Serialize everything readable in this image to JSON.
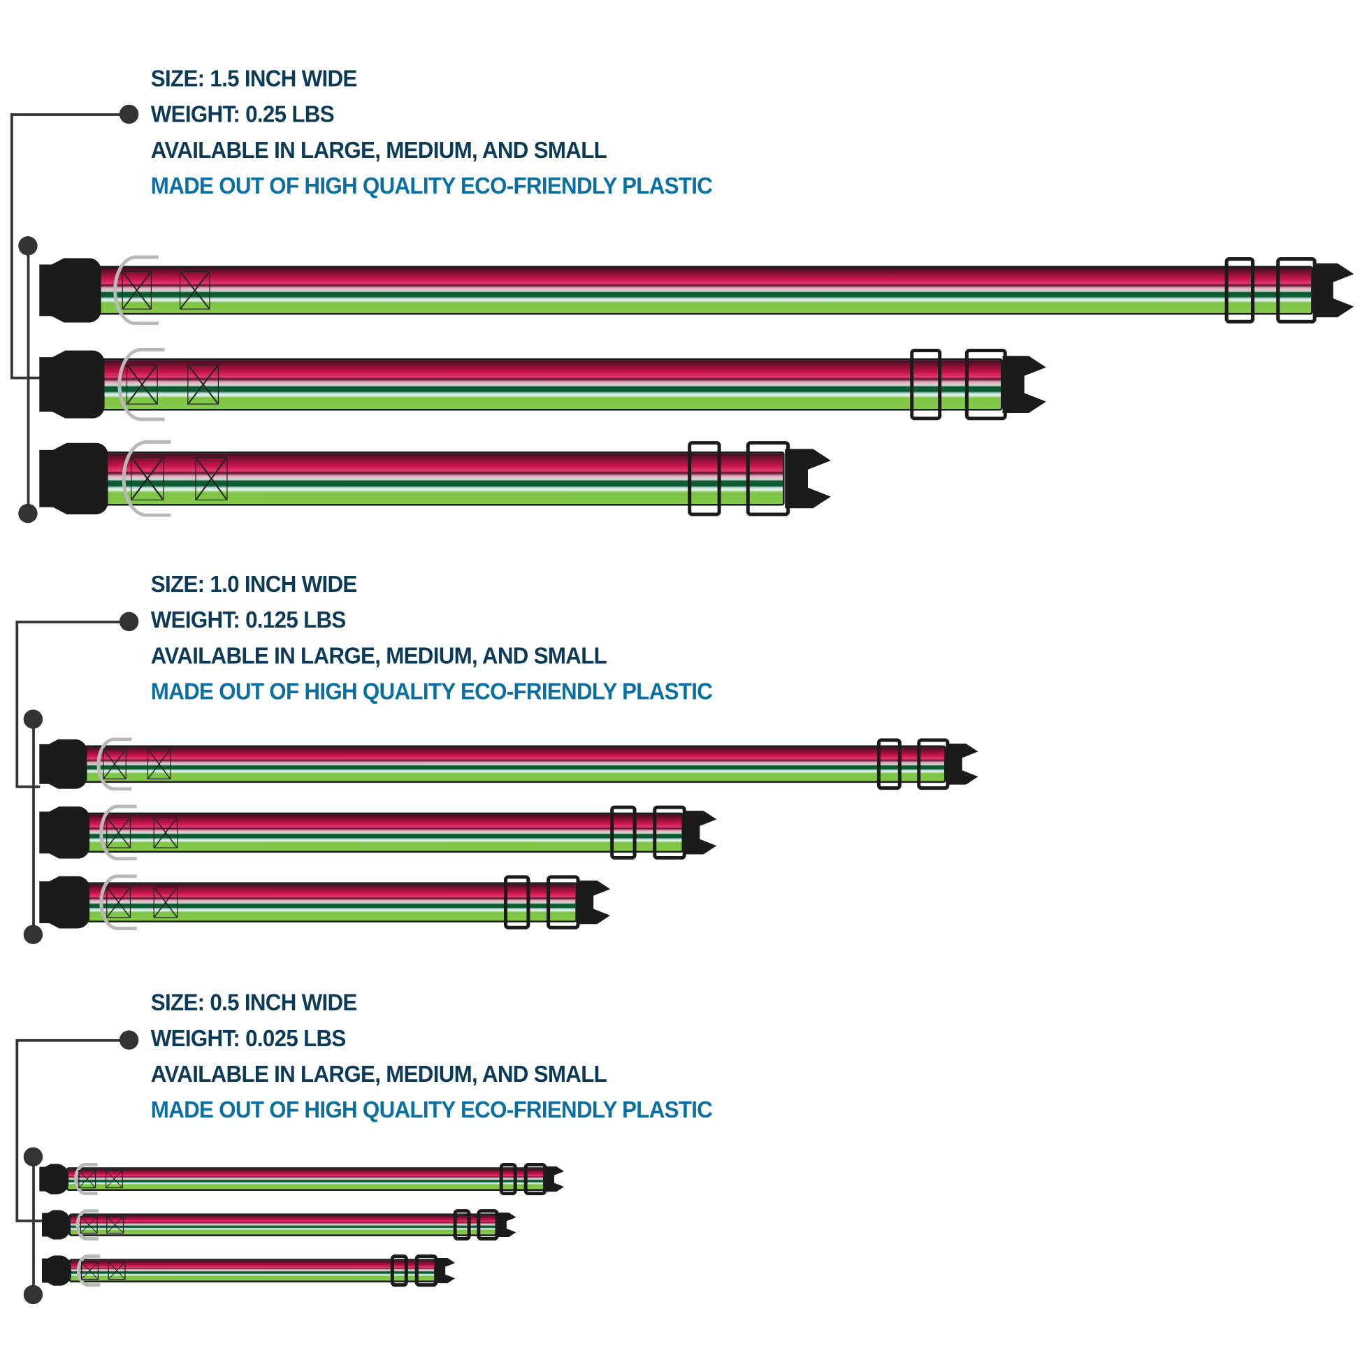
{
  "colors": {
    "text_dark": "#0d3a57",
    "text_accent": "#0a6fa3",
    "connector": "#333333",
    "stripes": [
      "#7a1030",
      "#c8154c",
      "#e8a9bd",
      "#0c5a2f",
      "#e8f2f0",
      "#86c94a"
    ]
  },
  "groups": [
    {
      "size": "SIZE: 1.5 INCH WIDE",
      "weight": "WEIGHT: 0.25 LBS",
      "availability": "AVAILABLE IN LARGE, MEDIUM, AND SMALL",
      "material": "MADE OUT OF HIGH QUALITY ECO-FRIENDLY PLASTIC",
      "collars": [
        "large",
        "medium",
        "small"
      ]
    },
    {
      "size": "SIZE: 1.0 INCH WIDE",
      "weight": "WEIGHT: 0.125 LBS",
      "availability": "AVAILABLE IN LARGE, MEDIUM, AND SMALL",
      "material": "MADE OUT OF HIGH QUALITY ECO-FRIENDLY PLASTIC",
      "collars": [
        "large",
        "medium",
        "small"
      ]
    },
    {
      "size": "SIZE: 0.5 INCH WIDE",
      "weight": "WEIGHT: 0.025 LBS",
      "availability": "AVAILABLE IN LARGE, MEDIUM, AND SMALL",
      "material": "MADE OUT OF HIGH QUALITY ECO-FRIENDLY PLASTIC",
      "collars": [
        "large",
        "medium",
        "small"
      ]
    }
  ]
}
